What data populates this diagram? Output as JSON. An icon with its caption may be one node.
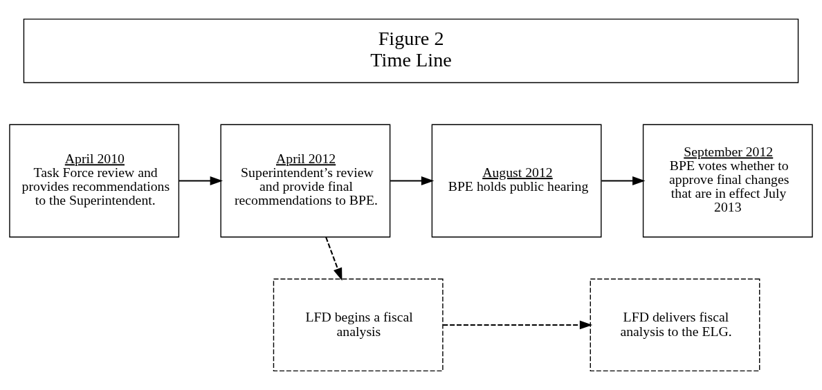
{
  "diagram": {
    "nodes": [
      {
        "text": [
          "Figure 2 Time Line"
        ]
      },
      {
        "text": [
          "April 2010",
          "Task Force review and provides recommendations to the Superintendent."
        ]
      },
      {
        "text": [
          "April 2012",
          "Superintendent’s review and provide final recommendations to BPE."
        ]
      },
      {
        "text": [
          "August 2012",
          "BPE holds public hearing"
        ]
      },
      {
        "text": [
          "September 2012",
          "BPE votes whether to approve final changes that are in effect July 2013"
        ]
      },
      {
        "text": [
          "LFD begins a fiscal analysis"
        ]
      },
      {
        "text": [
          "LFD delivers fiscal analysis to the ELG."
        ]
      }
    ],
    "edges": [
      {
        "from": 1,
        "to": 2,
        "arrow": "to"
      },
      {
        "from": 2,
        "to": 3,
        "arrow": "to"
      },
      {
        "from": 3,
        "to": 4,
        "arrow": "to"
      },
      {
        "from": 2,
        "to": 5,
        "arrow": "to",
        "style": "dashed"
      },
      {
        "from": 5,
        "to": 6,
        "arrow": "to",
        "style": "dashed"
      }
    ]
  }
}
